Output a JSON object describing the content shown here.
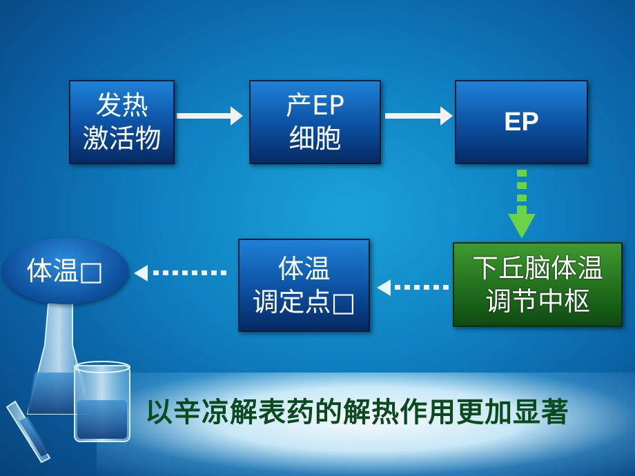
{
  "flow": {
    "fever_activator": [
      "发热",
      "激活物"
    ],
    "ep_producing_cell": [
      "产EP",
      "细胞"
    ],
    "ep": "EP",
    "hypothalamus_center": [
      "下丘脑体温",
      "调节中枢"
    ],
    "set_point": [
      "体温",
      "调定点□"
    ],
    "body_temp": "体温□"
  },
  "caption": "以辛凉解表药的解热作用更加显著",
  "colors": {
    "box_blue": "#0c4fa0",
    "box_green": "#1f6b1c",
    "solid_arrow": "#f2f2f2",
    "dotted_arrow_green": "#6cd24a",
    "caption": "#0b4a1e"
  }
}
